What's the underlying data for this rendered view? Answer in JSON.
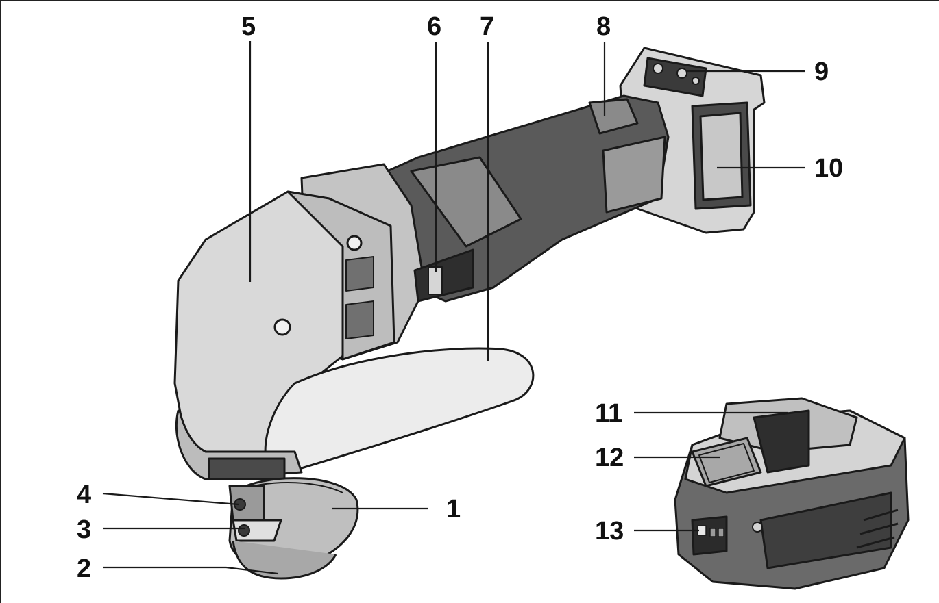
{
  "diagram": {
    "callouts": [
      {
        "id": "1",
        "label": "1"
      },
      {
        "id": "2",
        "label": "2"
      },
      {
        "id": "3",
        "label": "3"
      },
      {
        "id": "4",
        "label": "4"
      },
      {
        "id": "5",
        "label": "5"
      },
      {
        "id": "6",
        "label": "6"
      },
      {
        "id": "7",
        "label": "7"
      },
      {
        "id": "8",
        "label": "8"
      },
      {
        "id": "9",
        "label": "9"
      },
      {
        "id": "10",
        "label": "10"
      },
      {
        "id": "11",
        "label": "11"
      },
      {
        "id": "12",
        "label": "12"
      },
      {
        "id": "13",
        "label": "13"
      }
    ],
    "colors": {
      "outline": "#1a1a1a",
      "light_gray": "#d6d6d6",
      "mid_gray": "#9a9a9a",
      "dark_gray": "#5a5a5a",
      "shoe": "#ececec"
    }
  }
}
